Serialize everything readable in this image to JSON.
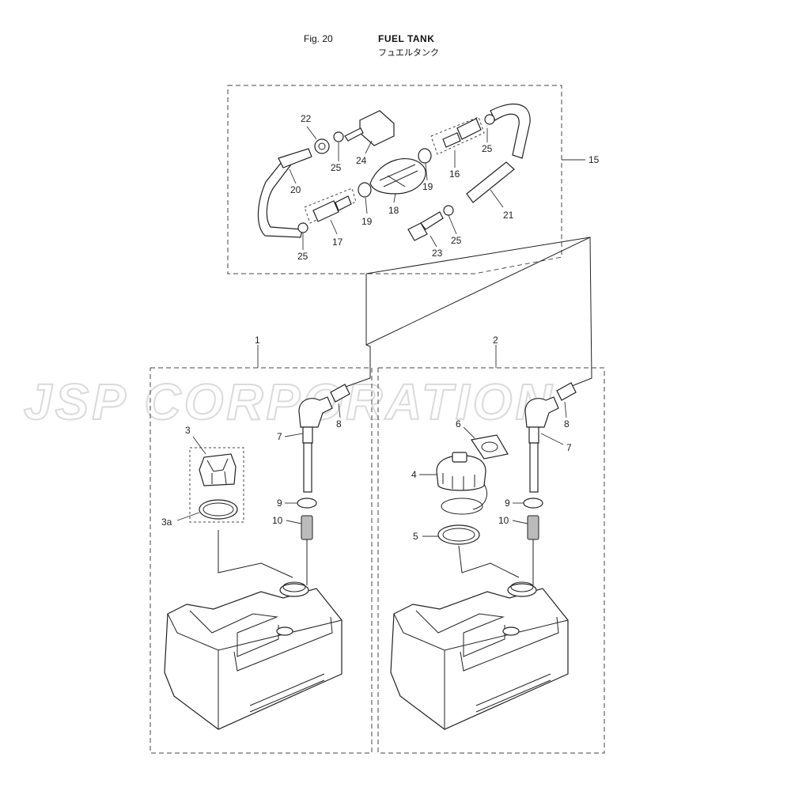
{
  "header": {
    "fig_label": "Fig. 20",
    "title_en": "FUEL TANK",
    "title_jp": "フュエルタンク"
  },
  "watermark": "JSP CORPORATION",
  "callouts": {
    "c1": "1",
    "c2": "2",
    "c3": "3",
    "c3a": "3a",
    "c4": "4",
    "c5": "5",
    "c6": "6",
    "c7l": "7",
    "c7r": "7",
    "c8l": "8",
    "c8r": "8",
    "c9l": "9",
    "c9r": "9",
    "c10l": "10",
    "c10r": "10",
    "c15": "15",
    "c16": "16",
    "c17": "17",
    "c18": "18",
    "c19a": "19",
    "c19b": "19",
    "c20": "20",
    "c21": "21",
    "c22": "22",
    "c23": "23",
    "c24": "24",
    "c25a": "25",
    "c25b": "25",
    "c25c": "25",
    "c25d": "25"
  }
}
